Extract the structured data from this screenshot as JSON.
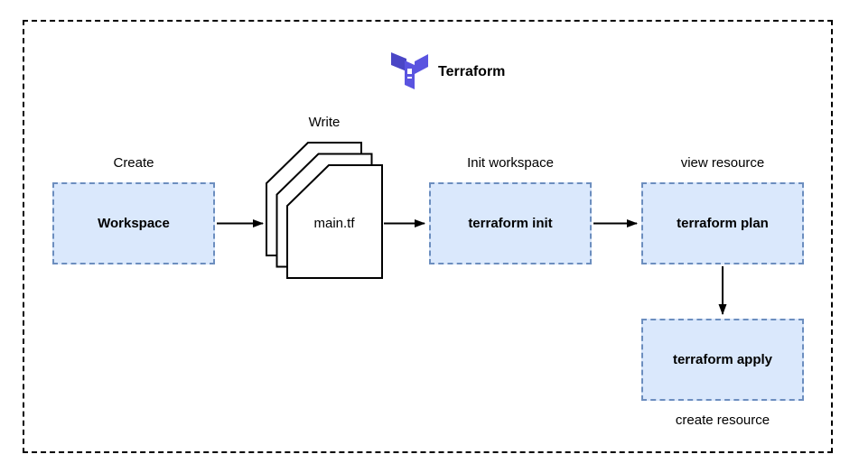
{
  "diagram": {
    "title": "Terraform",
    "logo_icon": "terraform-logo",
    "colors": {
      "node_fill": "#dae8fc",
      "node_border": "#6c8ebf",
      "outline": "#000000",
      "logo_primary": "#5a54e0",
      "logo_dark": "#4a46c6"
    },
    "nodes": {
      "workspace": {
        "label": "Workspace",
        "annotation": "Create"
      },
      "config_files": {
        "label": "main.tf",
        "annotation": "Write"
      },
      "init": {
        "label": "terraform init",
        "annotation": "Init workspace"
      },
      "plan": {
        "label": "terraform plan",
        "annotation": "view resource"
      },
      "apply": {
        "label": "terraform apply",
        "annotation": "create resource"
      }
    },
    "edges": [
      {
        "from": "workspace",
        "to": "config_files"
      },
      {
        "from": "config_files",
        "to": "init"
      },
      {
        "from": "init",
        "to": "plan"
      },
      {
        "from": "plan",
        "to": "apply"
      }
    ]
  }
}
